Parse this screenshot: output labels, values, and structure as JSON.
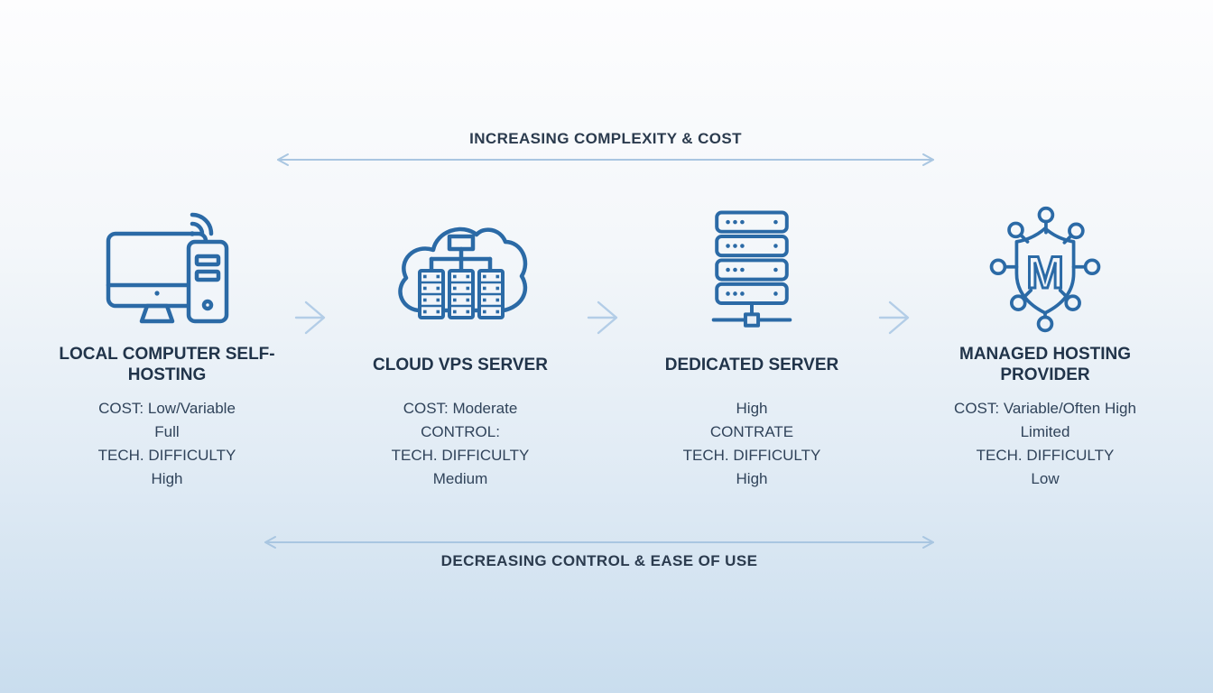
{
  "meta": {
    "type": "infographic-diagram",
    "subject": "Self-hosting options comparison"
  },
  "colors": {
    "icon_blue": "#2b6aa6",
    "long_arrow_blue": "#a9c6e1",
    "chevron_blue": "#b3cde7",
    "title_text": "#21344a",
    "body_text": "#30435a",
    "background_top": "#fdfdfe",
    "background_bottom": "#c9ddee"
  },
  "axes": {
    "top": {
      "label": "INCREASING COMPLEXITY & COST"
    },
    "bottom": {
      "label": "DECREASING CONTROL & EASE OF USE"
    }
  },
  "icons": [
    "local-computer-wifi-icon",
    "cloud-vps-server-icon",
    "dedicated-server-icon",
    "managed-hosting-provider-shield-icon",
    "right-chevron-arrow-icon",
    "double-headed-arrow-icon"
  ],
  "columns": [
    {
      "icon": "local-computer-wifi-icon",
      "title": "LOCAL COMPUTER SELF-HOSTING",
      "details": [
        "COST: Low/Variable",
        "Full",
        "TECH. DIFFICULTY",
        "High"
      ]
    },
    {
      "icon": "cloud-vps-server-icon",
      "title": "CLOUD VPS SERVER",
      "details": [
        "COST: Moderate",
        "CONTROL:",
        "TECH. DIFFICULTY",
        "Medium"
      ]
    },
    {
      "icon": "dedicated-server-icon",
      "title": "DEDICATED SERVER",
      "details": [
        "High",
        "CONTRATE",
        "TECH. DIFFICULTY",
        "High"
      ]
    },
    {
      "icon": "managed-hosting-provider-shield-icon",
      "icon_letter": "M",
      "title": "MANAGED HOSTING PROVIDER",
      "details": [
        "COST: Variable/Often High",
        "Limited",
        "TECH. DIFFICULTY",
        "Low"
      ]
    }
  ]
}
